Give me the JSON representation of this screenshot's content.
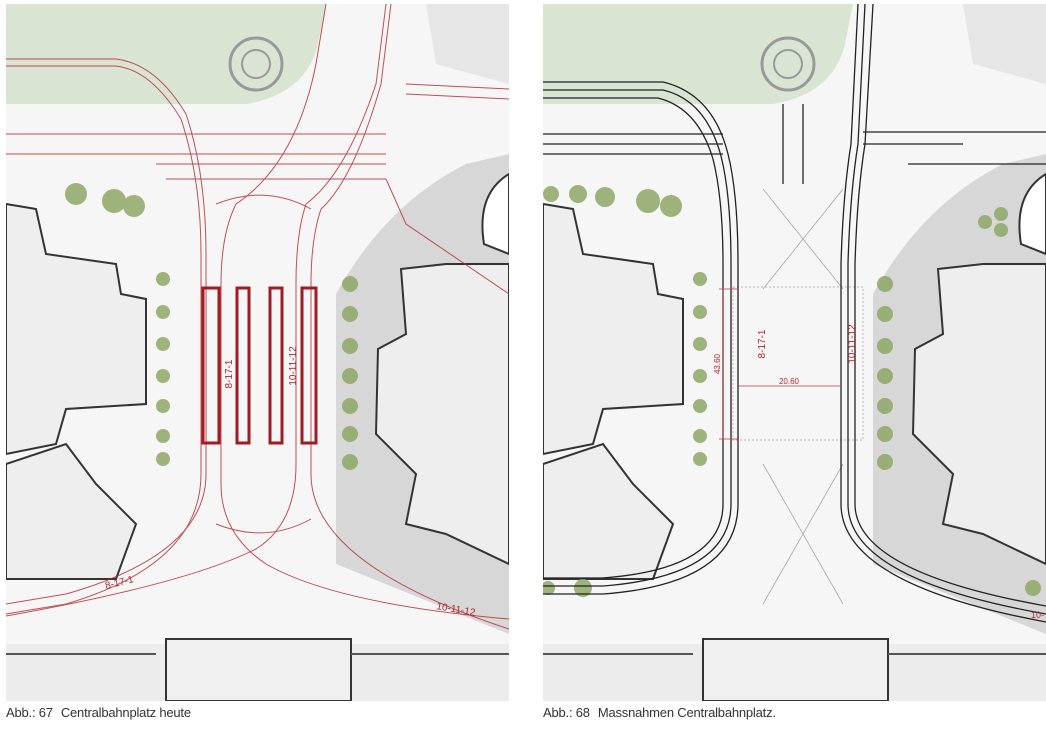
{
  "figures": [
    {
      "caption_prefix": "Abb.: 67",
      "caption_text": "Centralbahnplatz heute",
      "line_color": "#b3262c",
      "labels": {
        "platform_left": "8-17-1",
        "platform_right": "10-11-12",
        "track_bottom_left": "8-17-1",
        "track_bottom_right": "10-11-12"
      }
    },
    {
      "caption_prefix": "Abb.: 68",
      "caption_text": "Massnahmen Centralbahnplatz.",
      "line_color": "#222222",
      "labels": {
        "track_left": "8-17-1",
        "track_right": "10-11-12",
        "dim_length": "43.60",
        "dim_width": "20.60",
        "edge_right": "10-"
      }
    }
  ],
  "colors": {
    "park": "#d9e4d3",
    "building": "#eeeeee",
    "shadow": "#cfcfcf",
    "tree": "#8fa866",
    "dimension": "#c0393f"
  }
}
